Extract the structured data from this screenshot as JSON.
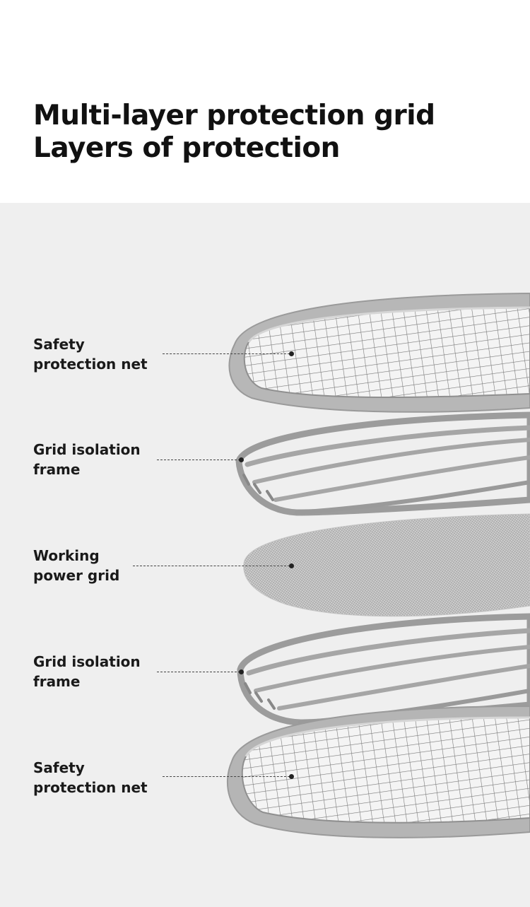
{
  "header": {
    "title_line1": "Multi-layer protection grid",
    "title_line2": "Layers of protection"
  },
  "layers": [
    {
      "line1": "Safety",
      "line2": "protection net"
    },
    {
      "line1": "Grid isolation",
      "line2": "frame"
    },
    {
      "line1": "Working",
      "line2": "power grid"
    },
    {
      "line1": "Grid isolation",
      "line2": "frame"
    },
    {
      "line1": "Safety",
      "line2": "protection net"
    }
  ],
  "colors": {
    "panel_background": "#efefef",
    "frame_gray": "#a8a8a8",
    "mesh_gray": "#7a7a7a",
    "text": "#111111"
  }
}
